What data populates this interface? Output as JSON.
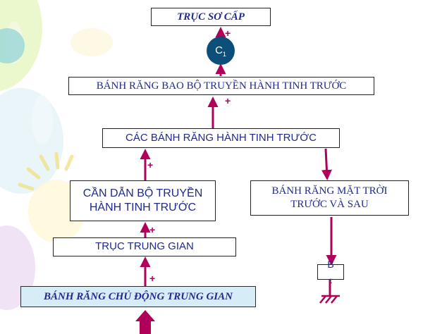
{
  "boxes": {
    "truc_so_cap": "TRỤC SƠ CẤP",
    "banh_rang_bao": "BÁNH RĂNG BAO BỘ TRUYỀN HÀNH TINH TRƯỚC",
    "cac_banh_rang": "CÁC BÁNH RĂNG HÀNH TINH TRƯỚC",
    "can_dan_line1": "CẦN DẪN BỘ TRUYỀN",
    "can_dan_line2": "HÀNH TINH TRƯỚC",
    "banh_rang_mat_troi_line1": "BÁNH RĂNG MẶT TRỜI",
    "banh_rang_mat_troi_line2": "TRƯỚC VÀ SAU",
    "truc_trung_gian": "TRỤC TRUNG GIAN",
    "banh_rang_chu_dong": "BÁNH RĂNG CHỦ ĐỘNG TRUNG GIAN"
  },
  "nodes": {
    "c1": "C",
    "c1_sub": "1",
    "b1": "B",
    "b1_sub": "1"
  },
  "plus_sign": "+",
  "colors": {
    "arrow": "#b0005a",
    "text": "#1f2a8c",
    "circle": "#0b4f7a",
    "bottom_box_fill": "#d6ecf7"
  }
}
